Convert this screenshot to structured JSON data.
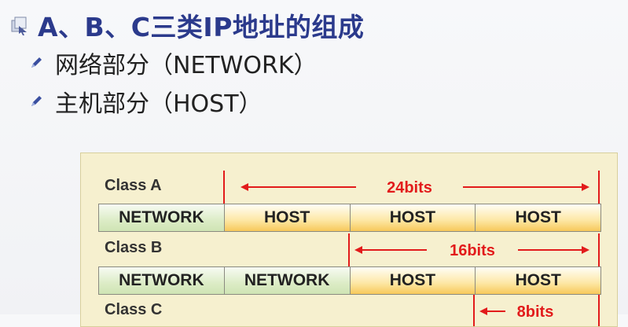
{
  "slide": {
    "title": "A、B、C三类IP地址的组成",
    "bullets": [
      "网络部分（NETWORK）",
      "主机部分（HOST）"
    ]
  },
  "diagram": {
    "class_a": {
      "label": "Class  A",
      "bits": "24bits",
      "cells": [
        "NETWORK",
        "HOST",
        "HOST",
        "HOST"
      ]
    },
    "class_b": {
      "label": "Class  B",
      "bits": "16bits",
      "cells": [
        "NETWORK",
        "NETWORK",
        "HOST",
        "HOST"
      ]
    },
    "class_c": {
      "label": "Class  C",
      "bits": "8bits"
    }
  },
  "colors": {
    "title": "#2b3a8c",
    "arrow": "#e21b1b",
    "network_cell": "#dcecc6",
    "host_cell": "#fde7a4",
    "panel": "#f6f0cf"
  }
}
